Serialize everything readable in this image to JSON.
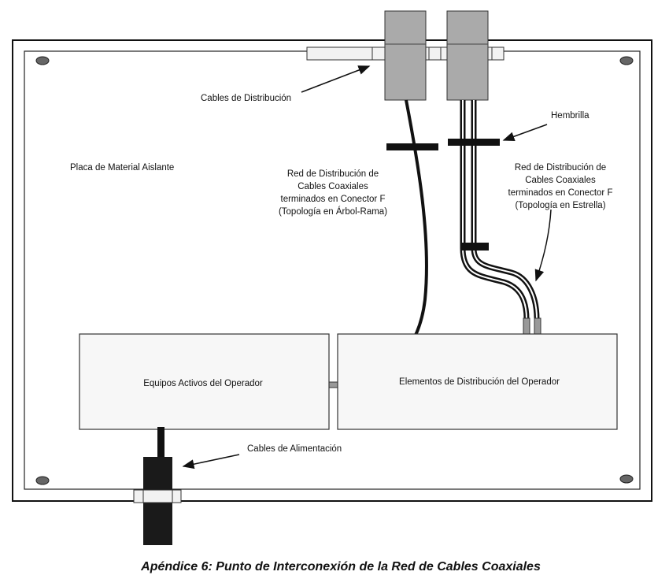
{
  "labels": {
    "distribution_cables": "Cables de Distribución",
    "hembrilla": "Hembrilla",
    "insulating_plate": "Placa de Material Aislante",
    "tree_network": [
      "Red de Distribución de",
      "Cables Coaxiales",
      "terminados en  Conector F",
      "(Topología en Árbol-Rama)"
    ],
    "star_network": [
      "Red de Distribución de",
      "Cables Coaxiales",
      "terminados en  Conector F",
      "(Topología en Estrella)"
    ],
    "active_equipment": "Equipos Activos del Operador",
    "distribution_elements": "Elementos de Distribución del Operador",
    "power_cables": "Cables de Alimentación"
  },
  "caption": "Apéndice 6: Punto de Interconexión de la Red de  Cables Coaxiales"
}
